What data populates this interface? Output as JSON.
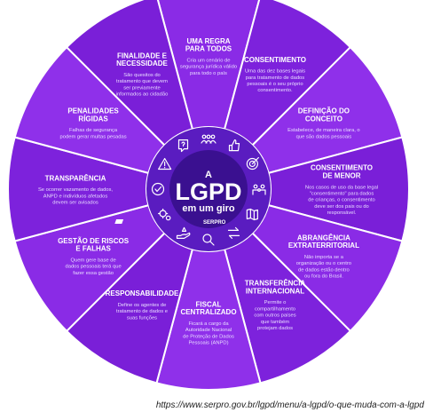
{
  "center": {
    "line1": "A",
    "line2": "LGPD",
    "line3": "em um giro",
    "logo_text": "SERPRO"
  },
  "segments": [
    {
      "title": [
        "UMA REGRA",
        "PARA TODOS"
      ],
      "body": [
        "Cria um cenário de",
        "segurança jurídica válido",
        "para todo o país"
      ],
      "icon": "people-group-icon",
      "color": "#8a2be6"
    },
    {
      "title": [
        "CONSENTIMENTO"
      ],
      "body": [
        "Uma das dez bases legais",
        "para tratamento de dados",
        "pessoais é o seu próprio",
        "consentimento."
      ],
      "icon": "thumbs-up-icon",
      "color": "#7d22dc"
    },
    {
      "title": [
        "DEFINIÇÃO DO",
        "CONCEITO"
      ],
      "body": [
        "Estabelece, de maneira clara, o",
        "que são dados pessoais"
      ],
      "icon": "target-icon",
      "color": "#8f30ea"
    },
    {
      "title": [
        "CONSENTIMENTO",
        "DE MENOR"
      ],
      "body": [
        "Nos casos de uso da base legal",
        "\"consentimento\" para dados",
        "de crianças, o consentimento",
        "deve ser dos pais ou do",
        "responsável."
      ],
      "icon": "family-icon",
      "color": "#7a1fd8"
    },
    {
      "title": [
        "ABRANGÊNCIA",
        "EXTRATERRITORIAL"
      ],
      "body": [
        "Não importa se a",
        "organização ou o centro",
        "de dados estão dentro",
        "ou fora do Brasil."
      ],
      "icon": "map-icon",
      "color": "#8a2be6"
    },
    {
      "title": [
        "TRANSFERÊNCIA",
        "INTERNACIONAL"
      ],
      "body": [
        "Permite o",
        "compartilhamento",
        "com outros países",
        "que também",
        "protejam dados"
      ],
      "icon": "transfer-icon",
      "color": "#7d22dc"
    },
    {
      "title": [
        "FISCAL",
        "CENTRALIZADO"
      ],
      "body": [
        "Ficará a cargo da",
        "Autoridade Nacional",
        "de Proteção de Dados",
        "Pessoais (ANPD)"
      ],
      "icon": "magnifier-icon",
      "color": "#8f30ea"
    },
    {
      "title": [
        "RESPONSABILIDADE"
      ],
      "body": [
        "Define os agentes de",
        "tratamento de dados e",
        "suas funções"
      ],
      "icon": "hand-icon",
      "color": "#7a1fd8"
    },
    {
      "title": [
        "GESTÃO DE RISCOS",
        "E FALHAS"
      ],
      "body": [
        "Quem gere base de",
        "dados pessoais terá que",
        "fazer essa gestão"
      ],
      "icon": "gears-icon",
      "color": "#8a2be6"
    },
    {
      "title": [
        "TRANSPARÊNCIA"
      ],
      "body": [
        "Se ocorrer vazamento de dados,",
        "ANPD e indivíduos afetados",
        "devem ser avisados"
      ],
      "icon": "shield-check-icon",
      "color": "#7d22dc"
    },
    {
      "title": [
        "PENALIDADES",
        "RÍGIDAS"
      ],
      "body": [
        "Falhas de segurança",
        "podem gerar multas pesadas"
      ],
      "icon": "warning-icon",
      "color": "#8f30ea"
    },
    {
      "title": [
        "FINALIDADE E",
        "NECESSIDADE"
      ],
      "body": [
        "São quesitos do",
        "tratamento que devem",
        "ser previamente",
        "informados ao cidadão"
      ],
      "icon": "question-doc-icon",
      "color": "#7a1fd8"
    }
  ],
  "source_url": "https://www.serpro.gov.br/lgpd/menu/a-lgpd/o-que-muda-com-a-lgpd"
}
